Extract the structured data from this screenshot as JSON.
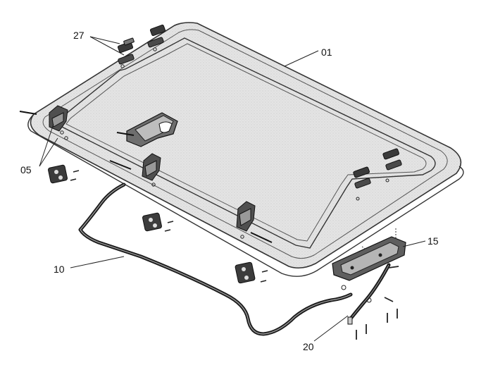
{
  "callouts": {
    "lid": "01",
    "hinges": "05",
    "stay_rod": "10",
    "bracket": "15",
    "cable": "20",
    "clips": "27"
  }
}
